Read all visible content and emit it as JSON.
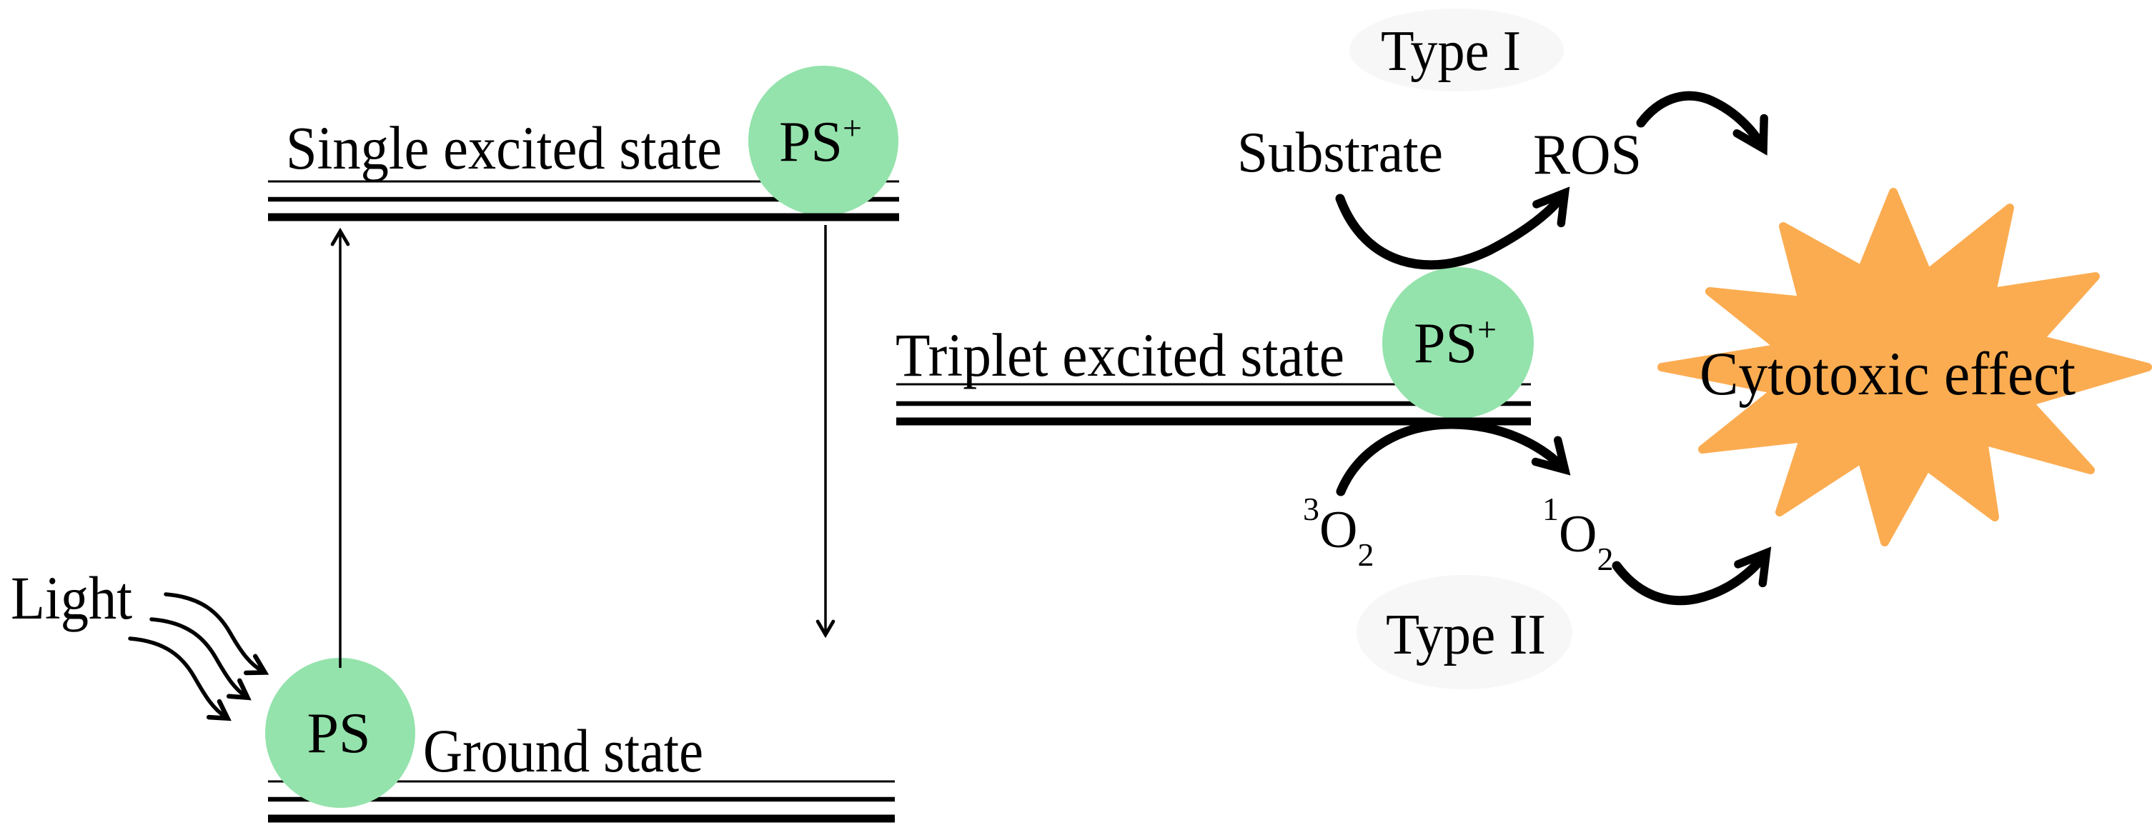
{
  "colors": {
    "ps_green": "#94E3AC",
    "star_orange": "#FBAC51",
    "badge_bg": "#F7F7F7",
    "ink": "#000000"
  },
  "jablonski": {
    "singlet": {
      "label": "Single excited state"
    },
    "triplet": {
      "label": "Triplet excited state"
    },
    "ground": {
      "label": "Ground state"
    },
    "light": {
      "label": "Light"
    },
    "photosensitizer": {
      "symbol": "PS",
      "charge": "+"
    }
  },
  "pathways": {
    "type1": {
      "badge": "Type I",
      "substrate": "Substrate",
      "product": "ROS"
    },
    "type2": {
      "badge": "Type II",
      "ground_oxygen": {
        "sup": "3",
        "symbol": "O",
        "sub": "2"
      },
      "singlet_oxygen": {
        "sup": "1",
        "symbol": "O",
        "sub": "2"
      }
    }
  },
  "outcome": {
    "label": "Cytotoxic effect"
  }
}
